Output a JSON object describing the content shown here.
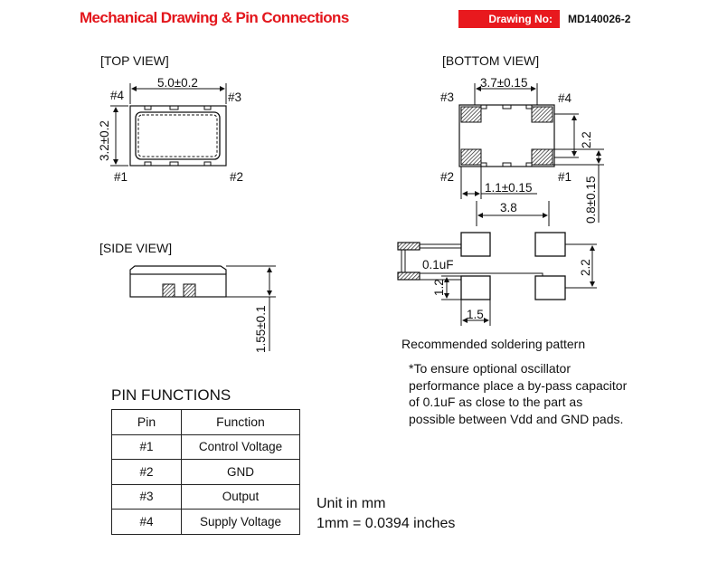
{
  "header": {
    "title": "Mechanical Drawing & Pin Connections",
    "drawing_no_label": "Drawing No:",
    "drawing_no": "MD140026-2"
  },
  "views": {
    "top": {
      "label": "[TOP VIEW]",
      "width_dim": "5.0±0.2",
      "height_dim": "3.2±0.2",
      "pin1": "#1",
      "pin2": "#2",
      "pin3": "#3",
      "pin4": "#4"
    },
    "bottom": {
      "label": "[BOTTOM VIEW]",
      "pad_spacing_dim": "3.7±0.15",
      "pad_pitch_dim": "2.2",
      "pad_width_dim": "1.1±0.15",
      "pad_height_dim": "0.8±0.15",
      "pin1": "#1",
      "pin2": "#2",
      "pin3": "#3",
      "pin4": "#4"
    },
    "side": {
      "label": "[SIDE VIEW]",
      "height_dim": "1.55±0.1"
    },
    "soldering": {
      "pad_spacing_dim": "3.8",
      "pad_pitch_dim": "2.2",
      "pad_height_dim": "1.2",
      "pad_width_dim": "1.5",
      "capacitor_label": "0.1uF",
      "caption": "Recommended soldering pattern"
    }
  },
  "note": {
    "lines": [
      "*To ensure optional oscillator",
      "performance place a by-pass capacitor",
      "of 0.1uF as close to the part as",
      "possible between Vdd and GND pads."
    ]
  },
  "pin_functions": {
    "title": "PIN FUNCTIONS",
    "headers": [
      "Pin",
      "Function"
    ],
    "rows": [
      [
        "#1",
        "Control Voltage"
      ],
      [
        "#2",
        "GND"
      ],
      [
        "#3",
        "Output"
      ],
      [
        "#4",
        "Supply Voltage"
      ]
    ]
  },
  "units": {
    "line1": "Unit in mm",
    "line2": "1mm = 0.0394 inches"
  }
}
